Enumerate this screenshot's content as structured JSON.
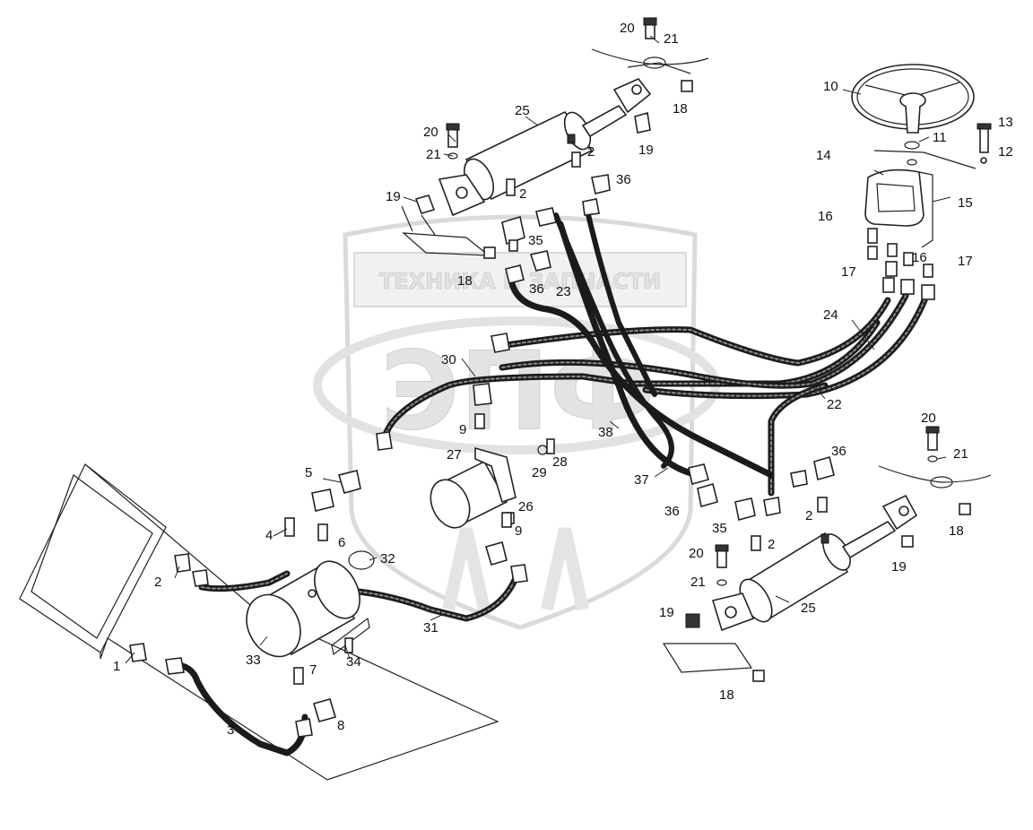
{
  "watermark": {
    "text": "ТЕХНИКА И ЗАПЧАСТИ",
    "logo": "ЭПФ"
  },
  "labels": [
    {
      "id": "l20a",
      "text": "20"
    },
    {
      "id": "l21a",
      "text": "21"
    },
    {
      "id": "l18a",
      "text": "18"
    },
    {
      "id": "l25a",
      "text": "25"
    },
    {
      "id": "l19a",
      "text": "19"
    },
    {
      "id": "l20b",
      "text": "20"
    },
    {
      "id": "l21b",
      "text": "21"
    },
    {
      "id": "l2a",
      "text": "2"
    },
    {
      "id": "l2b",
      "text": "2"
    },
    {
      "id": "l36a",
      "text": "36"
    },
    {
      "id": "l19b",
      "text": "19"
    },
    {
      "id": "l35a",
      "text": "35"
    },
    {
      "id": "l18b",
      "text": "18"
    },
    {
      "id": "l36b",
      "text": "36"
    },
    {
      "id": "l23",
      "text": "23"
    },
    {
      "id": "l10",
      "text": "10"
    },
    {
      "id": "l11",
      "text": "11"
    },
    {
      "id": "l13",
      "text": "13"
    },
    {
      "id": "l12",
      "text": "12"
    },
    {
      "id": "l14",
      "text": "14"
    },
    {
      "id": "l15",
      "text": "15"
    },
    {
      "id": "l16a",
      "text": "16"
    },
    {
      "id": "l16b",
      "text": "16"
    },
    {
      "id": "l17a",
      "text": "17"
    },
    {
      "id": "l17b",
      "text": "17"
    },
    {
      "id": "l24",
      "text": "24"
    },
    {
      "id": "l22",
      "text": "22"
    },
    {
      "id": "l30",
      "text": "30"
    },
    {
      "id": "l9a",
      "text": "9"
    },
    {
      "id": "l38",
      "text": "38"
    },
    {
      "id": "l27",
      "text": "27"
    },
    {
      "id": "l29",
      "text": "29"
    },
    {
      "id": "l28",
      "text": "28"
    },
    {
      "id": "l5",
      "text": "5"
    },
    {
      "id": "l4",
      "text": "4"
    },
    {
      "id": "l6",
      "text": "6"
    },
    {
      "id": "l32",
      "text": "32"
    },
    {
      "id": "l26",
      "text": "26"
    },
    {
      "id": "l9b",
      "text": "9"
    },
    {
      "id": "l37",
      "text": "37"
    },
    {
      "id": "l36c",
      "text": "36"
    },
    {
      "id": "l36d",
      "text": "36"
    },
    {
      "id": "l35b",
      "text": "35"
    },
    {
      "id": "l2c",
      "text": "2"
    },
    {
      "id": "l2d",
      "text": "2"
    },
    {
      "id": "l20c",
      "text": "20"
    },
    {
      "id": "l21c",
      "text": "21"
    },
    {
      "id": "l18c",
      "text": "18"
    },
    {
      "id": "l19c",
      "text": "19"
    },
    {
      "id": "l20d",
      "text": "20"
    },
    {
      "id": "l21d",
      "text": "21"
    },
    {
      "id": "l25b",
      "text": "25"
    },
    {
      "id": "l19d",
      "text": "19"
    },
    {
      "id": "l18d",
      "text": "18"
    },
    {
      "id": "l2e",
      "text": "2"
    },
    {
      "id": "l31",
      "text": "31"
    },
    {
      "id": "l33",
      "text": "33"
    },
    {
      "id": "l34",
      "text": "34"
    },
    {
      "id": "l1",
      "text": "1"
    },
    {
      "id": "l7",
      "text": "7"
    },
    {
      "id": "l8",
      "text": "8"
    },
    {
      "id": "l3",
      "text": "3"
    }
  ],
  "colors": {
    "line": "#1b1b1b",
    "watermark": "#e3e3e3",
    "background": "#ffffff"
  }
}
